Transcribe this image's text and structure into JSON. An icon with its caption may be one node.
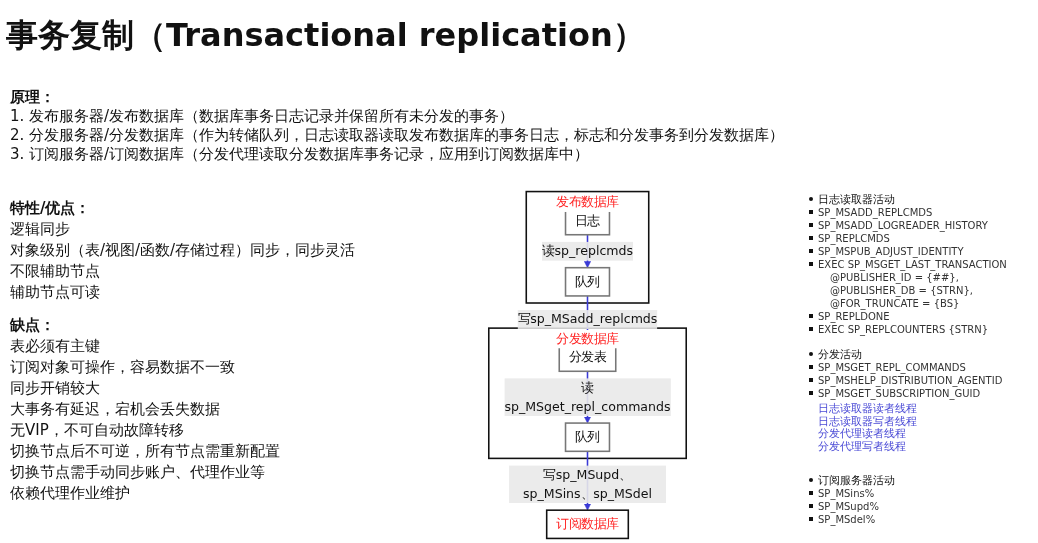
{
  "diagram": {
    "title": "事务复制（Transactional replication）",
    "nodes": [
      {
        "text": [
          "发布数据库"
        ]
      },
      {
        "text": [
          "日志"
        ],
        "in": 0
      },
      {
        "text": [
          "队列"
        ],
        "in": 0
      },
      {
        "text": [
          "分发数据库"
        ]
      },
      {
        "text": [
          "分发表"
        ],
        "in": 3
      },
      {
        "text": [
          "队列"
        ],
        "in": 3
      },
      {
        "text": [
          "订阅数据库"
        ]
      }
    ],
    "edges": [
      {
        "from": 1,
        "to": 2,
        "arrow": "to",
        "label": "读sp_replcmds"
      },
      {
        "from": 2,
        "to": 4,
        "arrow": "to",
        "label": "写sp_MSadd_replcmds"
      },
      {
        "from": 4,
        "to": 5,
        "arrow": "to",
        "label": "读sp_MSget_repl_commands"
      },
      {
        "from": 5,
        "to": 6,
        "arrow": "to",
        "label": "写sp_MSupd、sp_MSins、sp_MSdel"
      }
    ],
    "labels": [
      "原理：",
      "1.  发布服务器/发布数据库（数据库事务日志记录并保留所有未分发的事务）",
      "2.  分发服务器/分发数据库（作为转储队列，日志读取器读取发布数据库的事务日志，标志和分发事务到分发数据库）",
      "3.  订阅服务器/订阅数据库（分发代理读取分发数据库事务记录，应用到订阅数据库中）",
      "特性/优点：",
      "逻辑同步",
      "对象级别（表/视图/函数/存储过程）同步，同步灵活",
      "不限辅助节点",
      "辅助节点可读",
      "缺点：",
      "表必须有主键",
      "订阅对象可操作，容易数据不一致",
      "同步开销较大",
      "大事务有延迟，宕机会丢失数据",
      "无VIP，不可自动故障转移",
      "切换节点后不可逆，所有节点需重新配置",
      "切换节点需手动同步账户、代理作业等",
      "依赖代理作业维护",
      "日志读取器读者线程",
      "日志读取器写者线程",
      "分发代理读者线程",
      "分发代理写者线程",
      "日志读取器活动",
      "SP_MSADD_REPLCMDS",
      "SP_MSADD_LOGREADER_HISTORY",
      "SP_REPLCMDS",
      "SP_MSPUB_ADJUST_IDENTITY",
      "EXEC SP_MSGET_LAST_TRANSACTION",
      "@PUBLISHER_ID = {##},",
      "@PUBLISHER_DB = {STRN},",
      "@FOR_TRUNCATE = {BS}",
      "SP_REPLDONE",
      "EXEC SP_REPLCOUNTERS {STRN}",
      "分发活动",
      "SP_MSGET_REPL_COMMANDS",
      "SP_MSHELP_DISTRIBUTION_AGENTID",
      "SP_MSGET_SUBSCRIPTION_GUID",
      "订阅服务器活动",
      "SP_MSins%",
      "SP_MSupd%",
      "SP_MSdel%"
    ]
  }
}
